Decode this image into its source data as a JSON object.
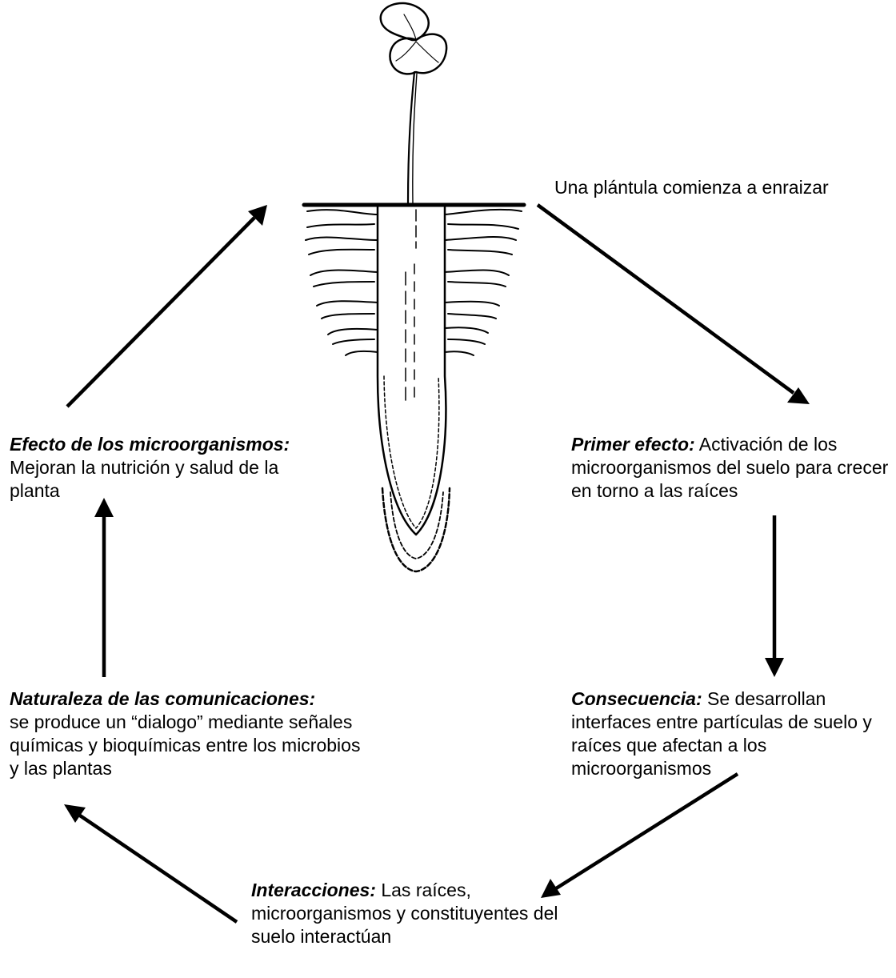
{
  "labels": {
    "start": {
      "title": "",
      "text": "Una plántula comienza a enraizar"
    },
    "primer_efecto": {
      "title": "Primer efecto:",
      "text": "Activación de los microorganismos del suelo para crecer en torno a las raíces"
    },
    "consecuencia": {
      "title": "Consecuencia:",
      "text": "Se desarrollan interfaces entre partículas de suelo y raíces que afectan a los microorganismos"
    },
    "interacciones": {
      "title": "Interacciones:",
      "text": "Las raíces, microorganismos y constituyentes del suelo interactúan"
    },
    "naturaleza": {
      "title": "Naturaleza de las comunicaciones:",
      "text": "se produce un “dialogo” mediante señales químicas y bioquímicas entre los microbios y las plantas"
    },
    "efecto_microorganismos": {
      "title": "Efecto de los microorganismos:",
      "text": "Mejoran la nutrición y salud de la planta"
    }
  }
}
